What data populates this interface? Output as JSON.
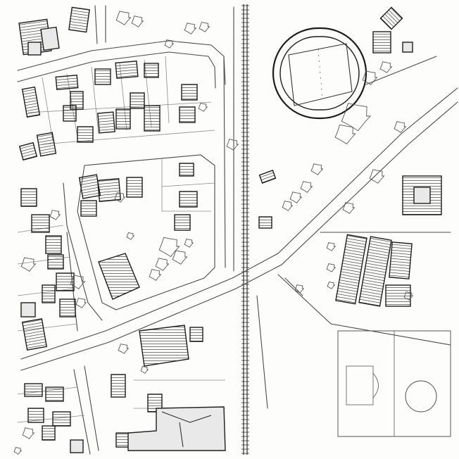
{
  "map": {
    "style": "hand-drawn pencil site plan",
    "colors": {
      "paper": "#fdfdfc",
      "ink": "#1d1d1d",
      "road": "#4a4a4a",
      "fill": "#e9e9e9"
    },
    "features": [
      "residential-blocks",
      "railway-line",
      "running-track",
      "football-pitch",
      "diagonal-avenue",
      "warehouse-blocks",
      "trees"
    ]
  }
}
